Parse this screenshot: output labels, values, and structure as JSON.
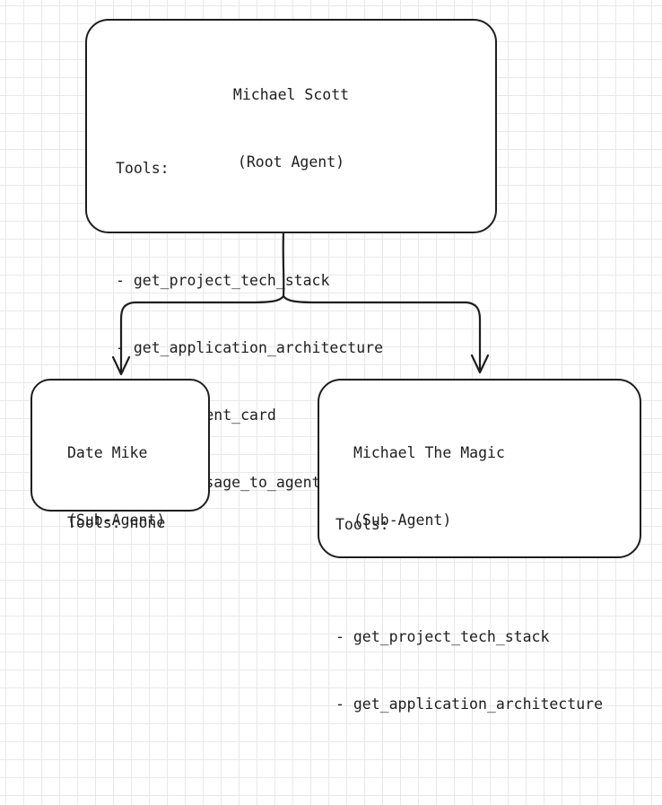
{
  "root_agent": {
    "name": "Michael Scott",
    "role": "(Root Agent)",
    "tools_label": "Tools:",
    "tools": [
      "get_project_tech_stack",
      "get_application_architecture",
      "fetch_agent_card",
      "send_message_to_agent"
    ]
  },
  "sub_agents": [
    {
      "name": "Date Mike",
      "role": "(Sub-Agent)",
      "tools_line": "Tools: none"
    },
    {
      "name": "Michael The Magic",
      "role": "(Sub-Agent)",
      "tools_label": "Tools:",
      "tools": [
        "get_project_tech_stack",
        "get_application_architecture"
      ]
    }
  ],
  "colors": {
    "stroke": "#1e1e1e",
    "grid": "#e9e9e9",
    "background": "#ffffff"
  }
}
